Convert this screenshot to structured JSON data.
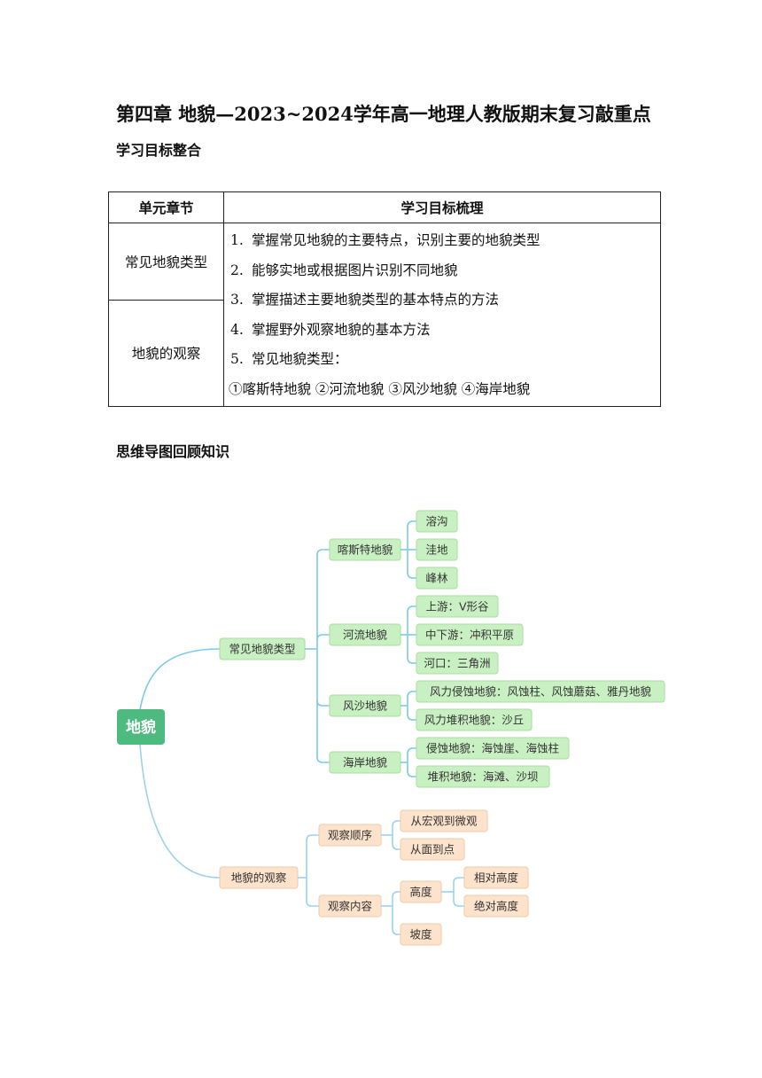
{
  "title": "第四章  地貌—2023~2024学年高一地理人教版期末复习敲重点",
  "section_goals": "学习目标整合",
  "table": {
    "header_unit": "单元章节",
    "header_goals": "学习目标梳理",
    "units": [
      "常见地貌类型",
      "地貌的观察"
    ],
    "goals": [
      {
        "num": "1.",
        "text": "掌握常见地貌的主要特点，识别主要的地貌类型"
      },
      {
        "num": "2.",
        "text": "能够实地或根据图片识别不同地貌"
      },
      {
        "num": "3.",
        "text": "掌握描述主要地貌类型的基本特点的方法"
      },
      {
        "num": "4.",
        "text": "掌握野外观察地貌的基本方法"
      },
      {
        "num": "5.",
        "text": "常见地貌类型："
      },
      {
        "num": "",
        "text": "①喀斯特地貌  ②河流地貌  ③风沙地貌  ④海岸地貌"
      }
    ]
  },
  "section_mindmap": "思维导图回顾知识",
  "mindmap": {
    "root": "地貌",
    "colors": {
      "line_green": "#7cc9ec",
      "green_fill": "#c9f0c2",
      "green_stroke": "#a9dca0",
      "orange_fill": "#fde3cb",
      "orange_stroke": "#f2c9a4",
      "root_fill": "#4dbb7f",
      "line_orange": "#9ad2ee"
    },
    "branch1": {
      "label": "常见地貌类型",
      "children": [
        {
          "label": "喀斯特地貌",
          "children": [
            "溶沟",
            "洼地",
            "峰林"
          ]
        },
        {
          "label": "河流地貌",
          "children": [
            "上游：V形谷",
            "中下游：冲积平原",
            "河口：三角洲"
          ]
        },
        {
          "label": "风沙地貌",
          "children": [
            "风力侵蚀地貌：风蚀柱、风蚀蘑菇、雅丹地貌",
            "风力堆积地貌：沙丘"
          ]
        },
        {
          "label": "海岸地貌",
          "children": [
            "侵蚀地貌：海蚀崖、海蚀柱",
            "堆积地貌：海滩、沙坝"
          ]
        }
      ]
    },
    "branch2": {
      "label": "地貌的观察",
      "order": {
        "label": "观察顺序",
        "children": [
          "从宏观到微观",
          "从面到点"
        ]
      },
      "content": {
        "label": "观察内容",
        "height": {
          "label": "高度",
          "children": [
            "相对高度",
            "绝对高度"
          ]
        },
        "slope": "坡度"
      }
    }
  }
}
